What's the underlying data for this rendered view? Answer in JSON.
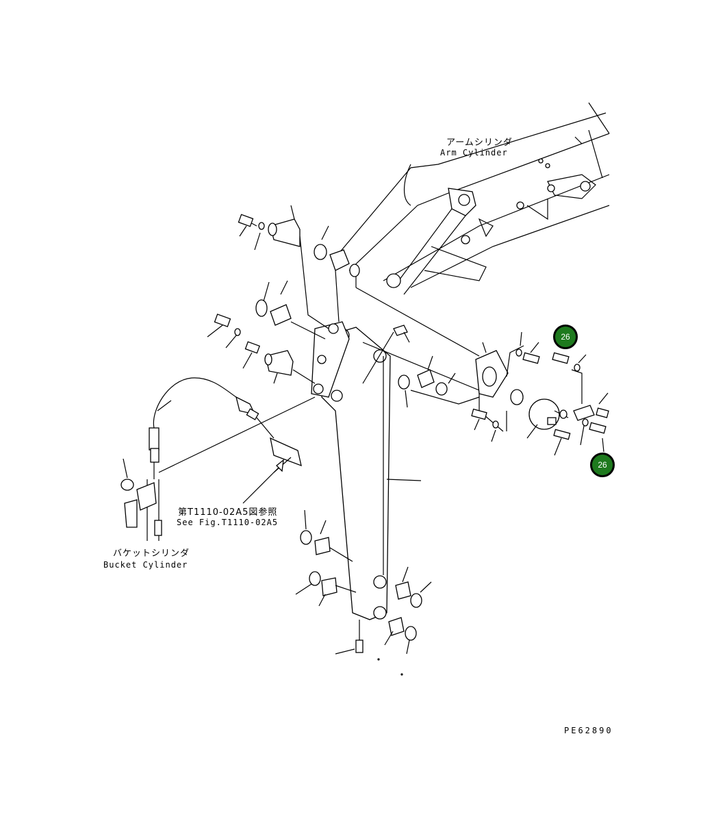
{
  "labels": {
    "arm_cylinder_jp": "アームシリンダ",
    "arm_cylinder_en": "Arm Cylinder",
    "bucket_cylinder_jp": "バケットシリンダ",
    "bucket_cylinder_en": "Bucket Cylinder",
    "see_fig_jp": "第T1110-02A5図参照",
    "see_fig_en": "See Fig.T1110-02A5",
    "drawing_number": "PE62890"
  },
  "callouts": [
    {
      "number": "26",
      "color": "#1e7a1e"
    },
    {
      "number": "26",
      "color": "#1e7a1e"
    }
  ]
}
